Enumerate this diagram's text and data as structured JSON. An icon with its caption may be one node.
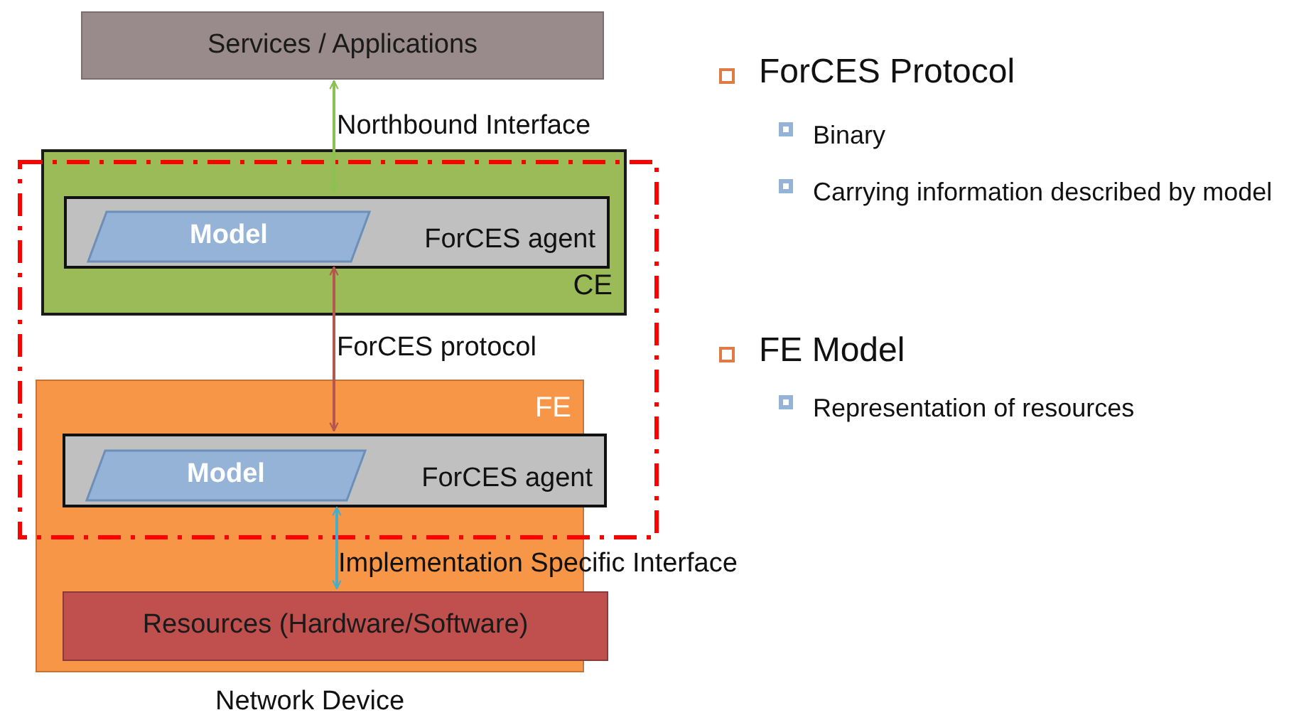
{
  "diagram": {
    "nodes": [
      {
        "text": [
          "Services / Applications"
        ]
      },
      {
        "text": [
          "CE"
        ]
      },
      {
        "text": [
          "ForCES agent"
        ],
        "in": 1
      },
      {
        "text": [
          "Model"
        ],
        "in": 2
      },
      {
        "text": [
          "FE"
        ],
        "beside": [
          "Network Device"
        ]
      },
      {
        "text": [
          "ForCES agent"
        ],
        "in": 4
      },
      {
        "text": [
          "Model"
        ],
        "in": 5
      },
      {
        "text": [
          "Resources (Hardware/Software)"
        ],
        "in": 4
      }
    ],
    "edges": [
      {
        "from": 0,
        "to": 2,
        "arrow": "both",
        "label": "Northbound Interface",
        "color": "#8cc152"
      },
      {
        "from": 2,
        "to": 5,
        "arrow": "both",
        "label": "ForCES protocol",
        "color": "#b4574f"
      },
      {
        "from": 5,
        "to": 7,
        "arrow": "both",
        "label": "Implementation Specific Interface",
        "color": "#4bacc6"
      }
    ],
    "labels": [
      "ForCES Protocol",
      "Binary",
      "Carrying information described by model",
      "FE Model",
      "Representation of resources"
    ]
  }
}
